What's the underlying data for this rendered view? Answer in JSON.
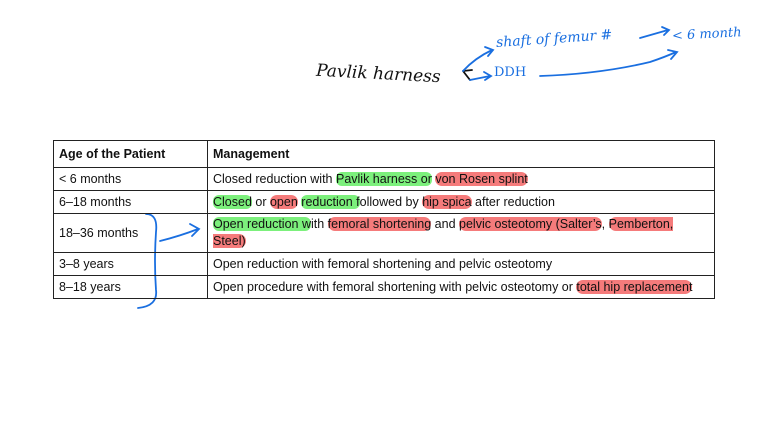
{
  "annotations": {
    "pavlik": "Pavlik harness",
    "shaft": "shaft of femur #",
    "ddh": "DDH",
    "month": "< 6 month"
  },
  "colors": {
    "ink_blue": "#1a6fe0",
    "highlight_green": "#7cf07c",
    "highlight_red": "#f57b7b"
  },
  "table": {
    "headers": [
      "Age of the Patient",
      "Management"
    ],
    "rows": [
      {
        "age": "< 6 months",
        "segments": [
          {
            "t": "Closed reduction with "
          },
          {
            "t": "Pavlik harness or",
            "h": "g"
          },
          {
            "t": " "
          },
          {
            "t": "von Rosen splint",
            "h": "r"
          }
        ]
      },
      {
        "age": "6–18 months",
        "segments": [
          {
            "t": "Closed",
            "h": "g"
          },
          {
            "t": " or "
          },
          {
            "t": "open",
            "h": "r"
          },
          {
            "t": " "
          },
          {
            "t": "reduction f",
            "h": "g"
          },
          {
            "t": "ollowed by "
          },
          {
            "t": "hip spica",
            "h": "r"
          },
          {
            "t": " after reduction"
          }
        ]
      },
      {
        "age": "18–36 months",
        "segments": [
          {
            "t": "Open reduction w",
            "h": "g"
          },
          {
            "t": "ith "
          },
          {
            "t": "femoral shortening",
            "h": "r"
          },
          {
            "t": " and "
          },
          {
            "t": "pelvic osteotomy (Salter’s",
            "h": "r"
          },
          {
            "t": ", "
          },
          {
            "t": "Pemberton, Steel)",
            "h": "r"
          }
        ]
      },
      {
        "age": "3–8 years",
        "segments": [
          {
            "t": "Open reduction with femoral shortening and pelvic osteotomy"
          }
        ]
      },
      {
        "age": "8–18 years",
        "segments": [
          {
            "t": "Open procedure with femoral shortening with pelvic osteotomy or "
          },
          {
            "t": "total hip replacement",
            "h": "r"
          }
        ]
      }
    ]
  }
}
